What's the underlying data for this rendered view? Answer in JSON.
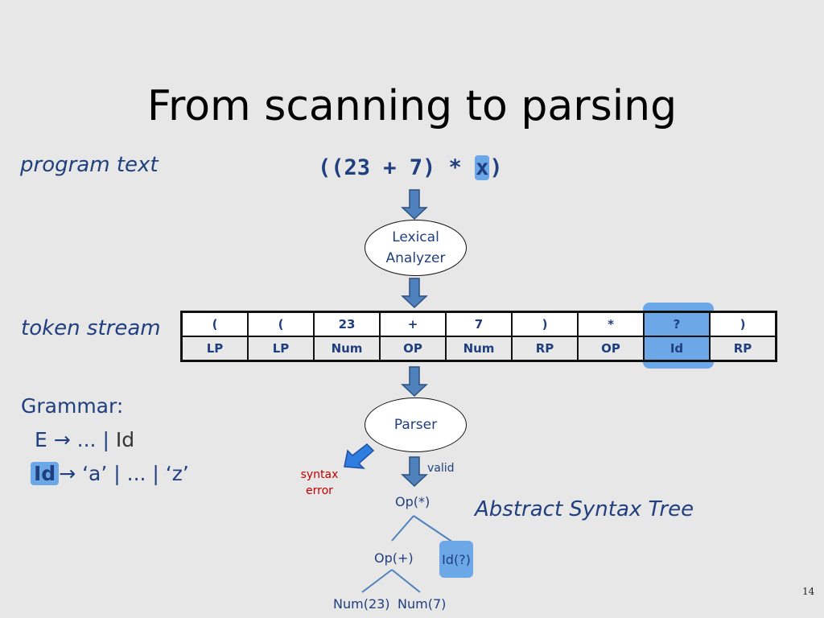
{
  "slide": {
    "title": "From scanning to parsing",
    "page_number": "14"
  },
  "labels": {
    "program_text": "program text",
    "token_stream": "token stream",
    "ast": "Abstract Syntax Tree"
  },
  "program": {
    "code_before": "((23 + 7) * ",
    "code_highlight": "x",
    "code_after": ")"
  },
  "lexer": {
    "line1": "Lexical",
    "line2": "Analyzer"
  },
  "parser": {
    "label": "Parser"
  },
  "tokens": {
    "values": [
      "(",
      "(",
      "23",
      "+",
      "7",
      ")",
      "*",
      "?",
      ")"
    ],
    "types": [
      "LP",
      "LP",
      "Num",
      "OP",
      "Num",
      "RP",
      "OP",
      "Id",
      "RP"
    ],
    "highlight_index": 7
  },
  "grammar": {
    "title": "Grammar:",
    "rule1_lhs": "E",
    "rule1_rhs": "... | ",
    "rule1_id": "Id",
    "rule2_lhs": "Id",
    "rule2_rhs": "‘a’ | ... | ‘z’",
    "arrow": "→"
  },
  "outcomes": {
    "syntax_error_line1": "syntax",
    "syntax_error_line2": "error",
    "valid": "valid"
  },
  "ast": {
    "root": "Op(*)",
    "left": "Op(+)",
    "right": "Id(?)",
    "left_left": "Num(23)",
    "left_right": "Num(7)"
  },
  "colors": {
    "background": "#e7e7e7",
    "text_blue": "#1f3f7f",
    "highlight": "#6ca7e8",
    "arrow_fill": "#4f81bd",
    "error_red": "#c00000"
  }
}
